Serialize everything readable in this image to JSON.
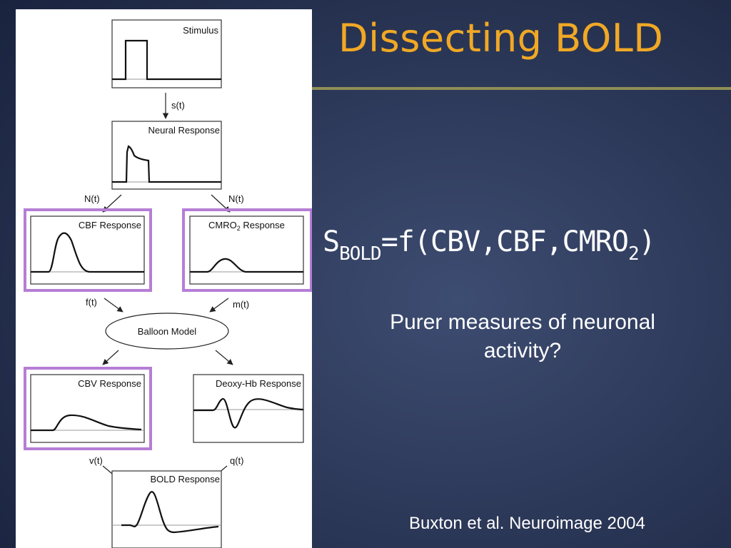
{
  "slide": {
    "title": "Dissecting BOLD",
    "equation": {
      "main": "S",
      "sub_bold": "BOLD",
      "body": "=f(CBV,CBF,CMRO",
      "sub_2": "2",
      "close": ")"
    },
    "question": "Purer measures of neuronal activity?",
    "citation": "Buxton et al. Neuroimage 2004"
  },
  "diagram": {
    "boxes": {
      "stimulus": "Stimulus",
      "neural": "Neural Response",
      "cbf": "CBF Response",
      "cmro2": "CMRO",
      "cmro2_sub": "2",
      "cmro2_suffix": " Response",
      "cbv": "CBV Response",
      "deoxy": "Deoxy-Hb Response",
      "bold": "BOLD Response"
    },
    "arrows": {
      "s": "s(t)",
      "n_left": "N(t)",
      "n_right": "N(t)",
      "f": "f(t)",
      "m": "m(t)",
      "v": "v(t)",
      "q": "q(t)"
    },
    "balloon": "Balloon Model",
    "highlight_color": "#b57ed6"
  }
}
